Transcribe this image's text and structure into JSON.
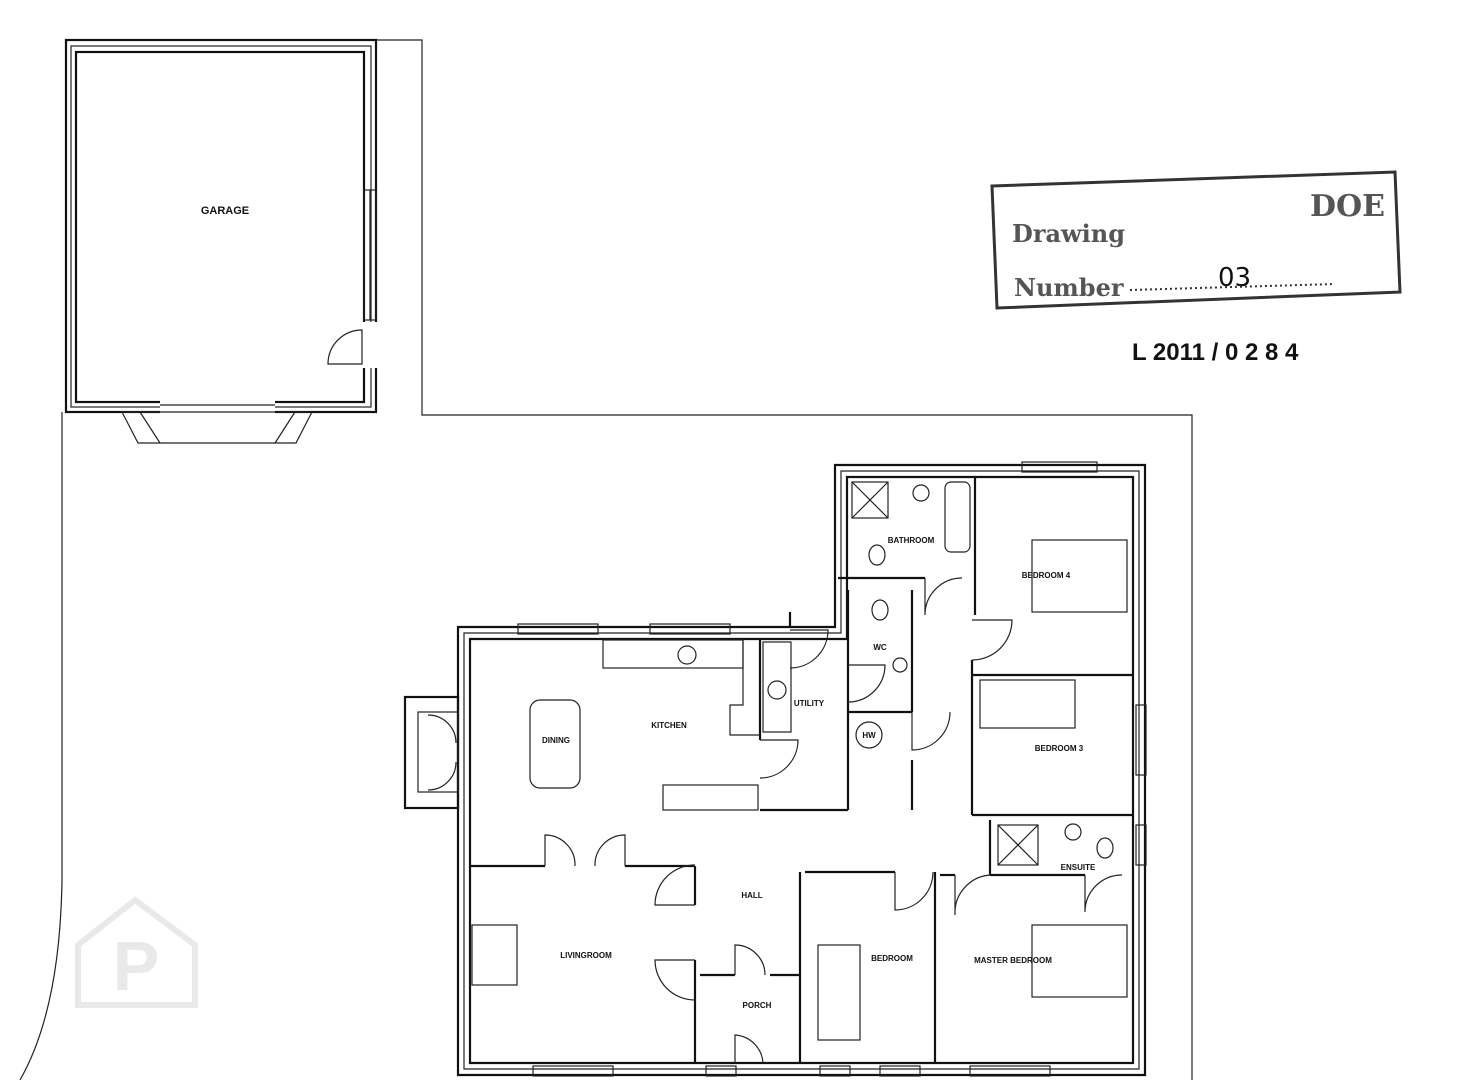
{
  "rooms": {
    "garage": "GARAGE",
    "bathroom": "BATHROOM",
    "bedroom4": "BEDROOM 4",
    "wc": "WC",
    "utility": "UTILITY",
    "kitchen": "KITCHEN",
    "dining": "DINING",
    "hw": "HW",
    "bedroom3": "BEDROOM 3",
    "ensuite": "ENSUITE",
    "hall": "HALL",
    "livingroom": "LIVINGROOM",
    "bedroom": "BEDROOM",
    "master_bedroom": "MASTER BEDROOM",
    "porch": "PORCH"
  },
  "stamp": {
    "agency": "DOE",
    "line1": "Drawing",
    "line2": "Number",
    "number": "03"
  },
  "reference": "L 2011 / 0 2 8 4",
  "watermark": "P"
}
